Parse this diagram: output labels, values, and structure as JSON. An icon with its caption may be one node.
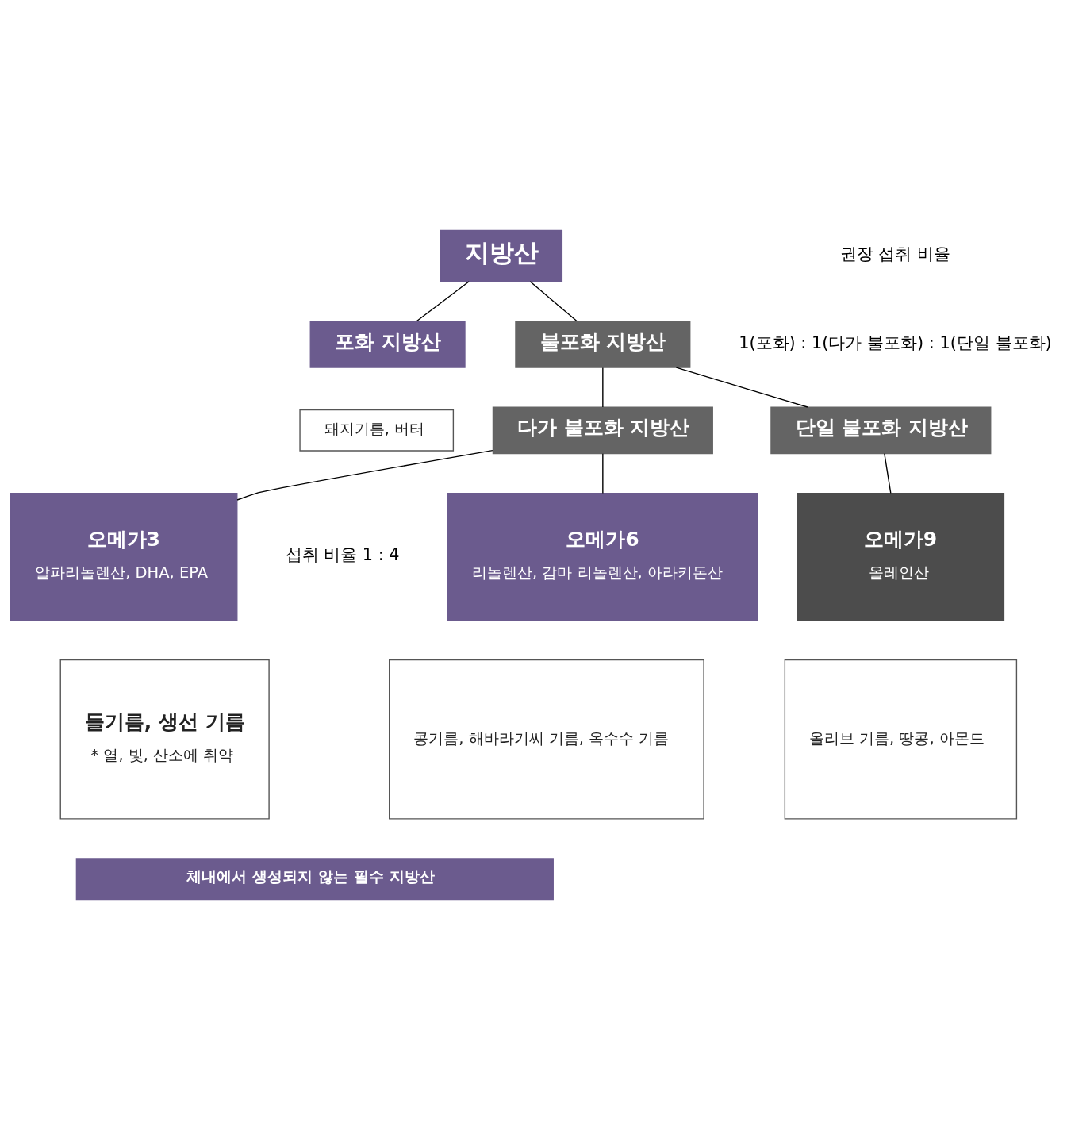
{
  "diagram": {
    "nodes": [
      {
        "text": [
          "지방산"
        ]
      },
      {
        "text": [
          "포화 지방산"
        ]
      },
      {
        "text": [
          "돼지기름, 버터"
        ]
      },
      {
        "text": [
          "불포화 지방산"
        ]
      },
      {
        "text": [
          "다가 불포화 지방산"
        ]
      },
      {
        "text": [
          "단일 불포화 지방산"
        ]
      },
      {
        "text": [
          "오메가3",
          "알파리놀렌산, DHA, EPA"
        ]
      },
      {
        "text": [
          "오메가6",
          "리놀렌산, 감마 리놀렌산, 아라키돈산"
        ]
      },
      {
        "text": [
          "오메가9",
          "올레인산"
        ]
      },
      {
        "text": [
          "들기름, 생선 기름",
          "* 열, 빛, 산소에 취약"
        ]
      },
      {
        "text": [
          "콩기름, 해바라기씨 기름, 옥수수 기름"
        ]
      },
      {
        "text": [
          "올리브 기름, 땅콩, 아몬드"
        ]
      },
      {
        "text": [
          "체내에서 생성되지 않는 필수 지방산"
        ]
      }
    ],
    "edges": [
      {
        "from": 0,
        "to": 1,
        "arrow": "none"
      },
      {
        "from": 0,
        "to": 3,
        "arrow": "none"
      },
      {
        "from": 3,
        "to": 4,
        "arrow": "none"
      },
      {
        "from": 3,
        "to": 5,
        "arrow": "none"
      },
      {
        "from": 4,
        "to": 6,
        "arrow": "none"
      },
      {
        "from": 4,
        "to": 7,
        "arrow": "none"
      },
      {
        "from": 5,
        "to": 8,
        "arrow": "none"
      }
    ],
    "labels": [
      "권장 섭취 비율",
      "1(포화) : 1(다가 불포화) : 1(단일 불포화)",
      "섭취 비율 1 : 4"
    ]
  }
}
